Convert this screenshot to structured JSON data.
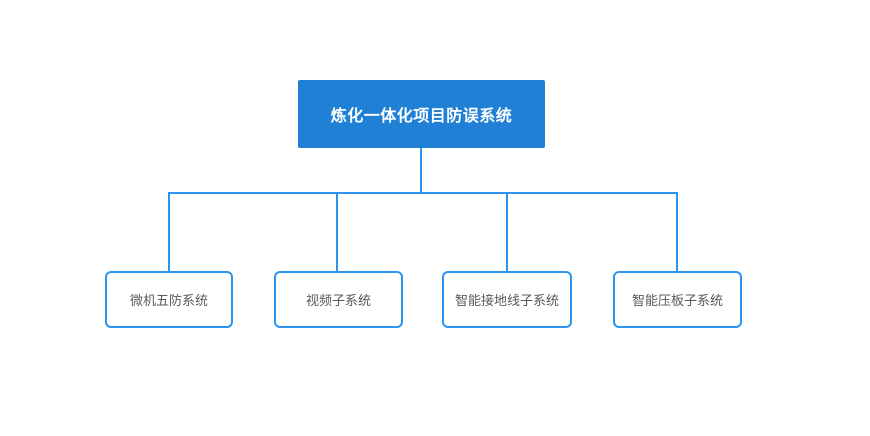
{
  "diagram": {
    "root": {
      "label": "炼化一体化项目防误系统"
    },
    "children": [
      {
        "label": "微机五防系统"
      },
      {
        "label": "视频子系统"
      },
      {
        "label": "智能接地线子系统"
      },
      {
        "label": "智能压板子系统"
      }
    ],
    "colors": {
      "root_fill": "#2080d5",
      "root_text": "#ffffff",
      "line": "#2b95f0",
      "child_border": "#2b95f0",
      "child_text": "#595959",
      "background": "#ffffff"
    }
  }
}
